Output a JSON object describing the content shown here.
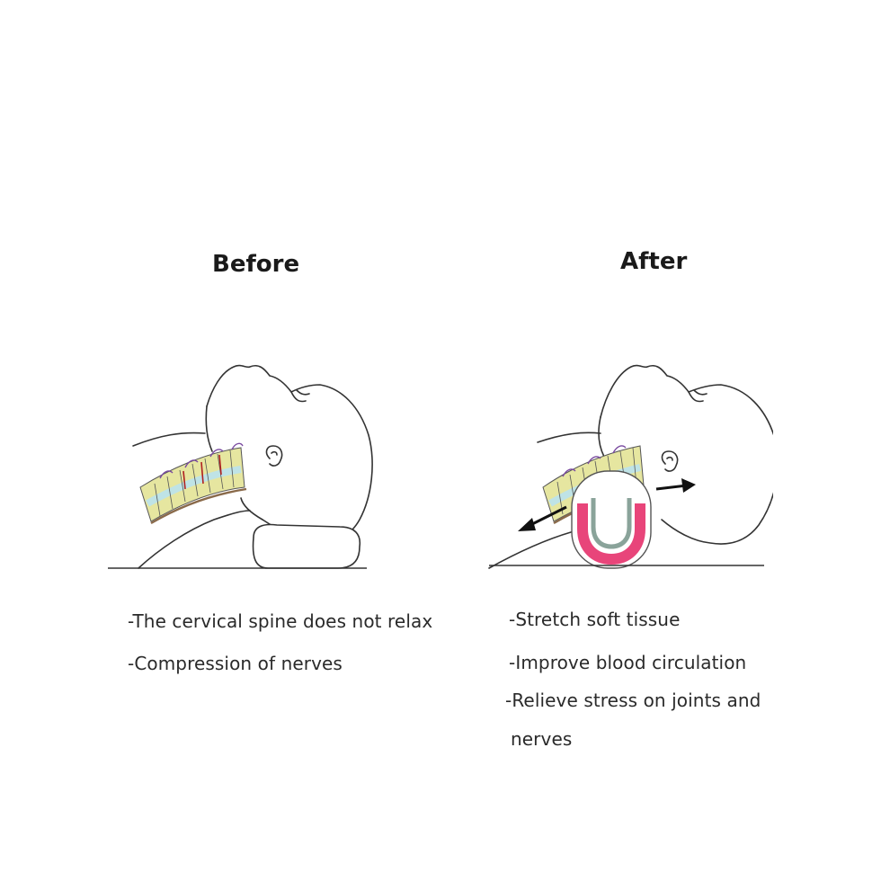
{
  "before": {
    "heading": "Before",
    "captions": [
      "-The cervical spine does not relax",
      "-Compression of nerves"
    ]
  },
  "after": {
    "heading": "After",
    "captions": [
      "-Stretch soft tissue",
      "-Improve blood circulation",
      "-Relieve stress on joints and",
      "nerves"
    ]
  },
  "colors": {
    "line": "#333333",
    "vertebra": "#e6e6a0",
    "disc": "#bfe3e6",
    "nerve": "#7a4aa0",
    "compression": "#b02020",
    "pillow_band": "#e8457a",
    "pillow_inner": "#8aa39a",
    "arrow": "#111111"
  },
  "icons": [
    "head-profile-icon",
    "spine-icon",
    "pillow-icon",
    "stretch-arrow-icon"
  ]
}
